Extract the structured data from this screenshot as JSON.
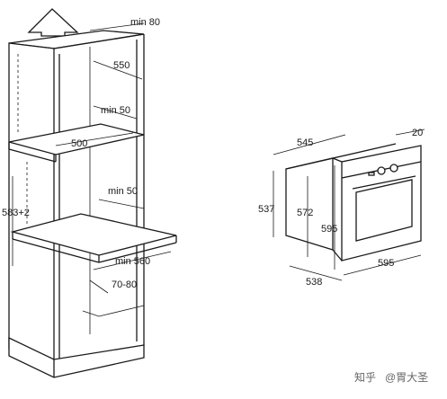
{
  "cabinet_dims": {
    "top_gap": "min 80",
    "depth_top": "550",
    "upper_gap": "min 50",
    "shelf_width": "500",
    "height": "583+2",
    "mid_gap": "min 50",
    "depth_bottom": "min 560",
    "plinth": "70-80"
  },
  "oven_dims": {
    "depth": "545",
    "front": "20",
    "body_height": "537",
    "inner_height": "572",
    "height": "595",
    "width": "595",
    "body_width": "538"
  },
  "watermark": {
    "site": "知乎",
    "author": "@胃大圣"
  },
  "colors": {
    "ink": "#1a1a1a",
    "paper": "#ffffff",
    "watermark": "#666666"
  }
}
